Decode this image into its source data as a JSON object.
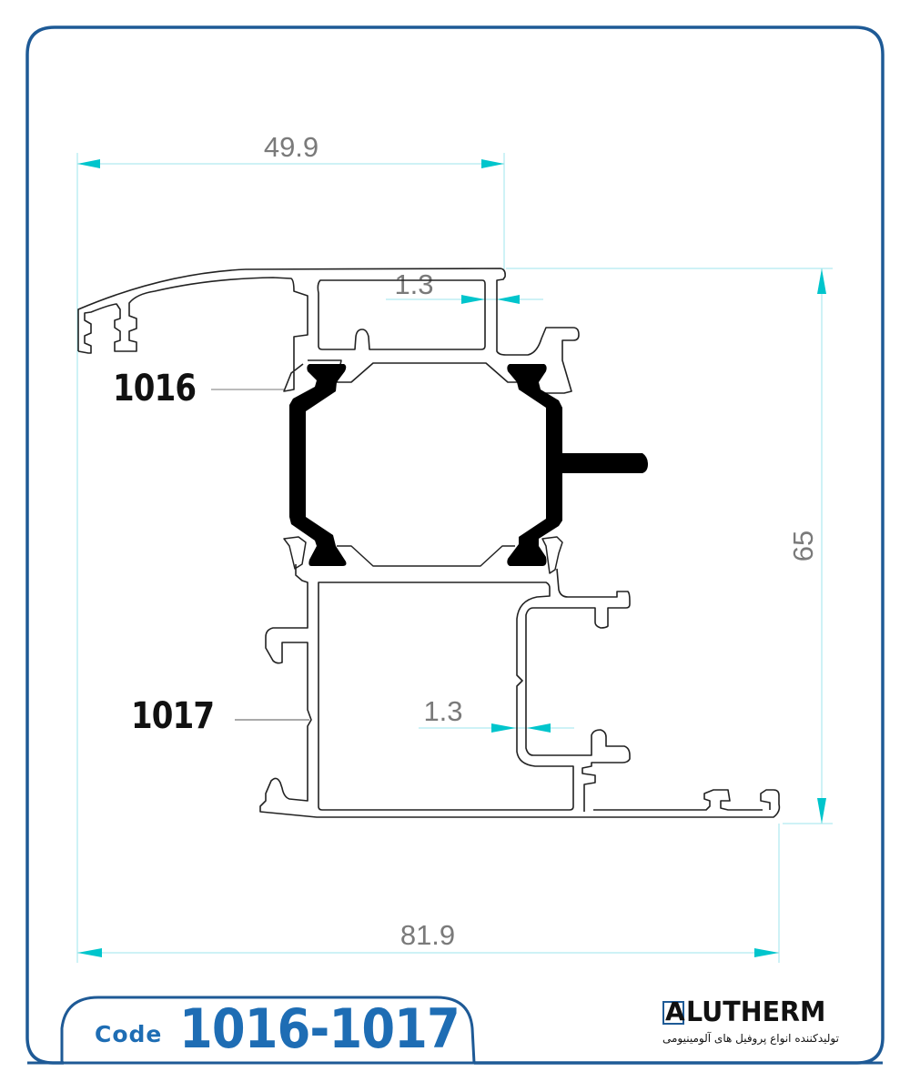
{
  "title": "Aluminium profile technical drawing",
  "colors": {
    "frame_border": "#1e5a96",
    "brand_blue": "#1e6db4",
    "dimension_line": "#9ee6ec",
    "dimension_arrow": "#00c5cc",
    "dimension_text": "#7a7a7a",
    "profile_outline": "#111111",
    "gasket_fill": "#000000"
  },
  "dimensions": {
    "top_width": "49.9",
    "bottom_width": "81.9",
    "height": "65",
    "wall_thickness_upper": "1.3",
    "wall_thickness_lower": "1.3"
  },
  "parts": {
    "upper_profile": "1016",
    "lower_profile": "1017"
  },
  "code_tab": {
    "label": "Code",
    "value": "1016-1017"
  },
  "brand": {
    "mark_letter": "A",
    "name": "LUTHERM",
    "tagline": "تولیدکننده انواع پروفیل های آلومینیومی"
  }
}
